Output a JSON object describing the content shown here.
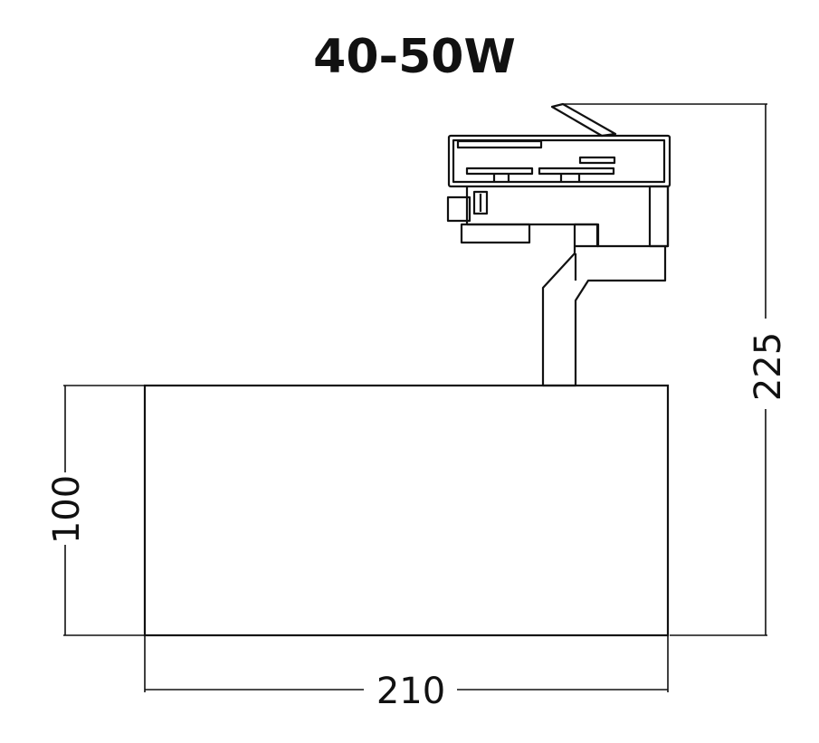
{
  "diagram": {
    "title": "40-50W",
    "dimensions": {
      "height_total": "225",
      "height_body": "100",
      "width_body": "210"
    },
    "colors": {
      "line": "#111111",
      "background": "#ffffff"
    }
  }
}
